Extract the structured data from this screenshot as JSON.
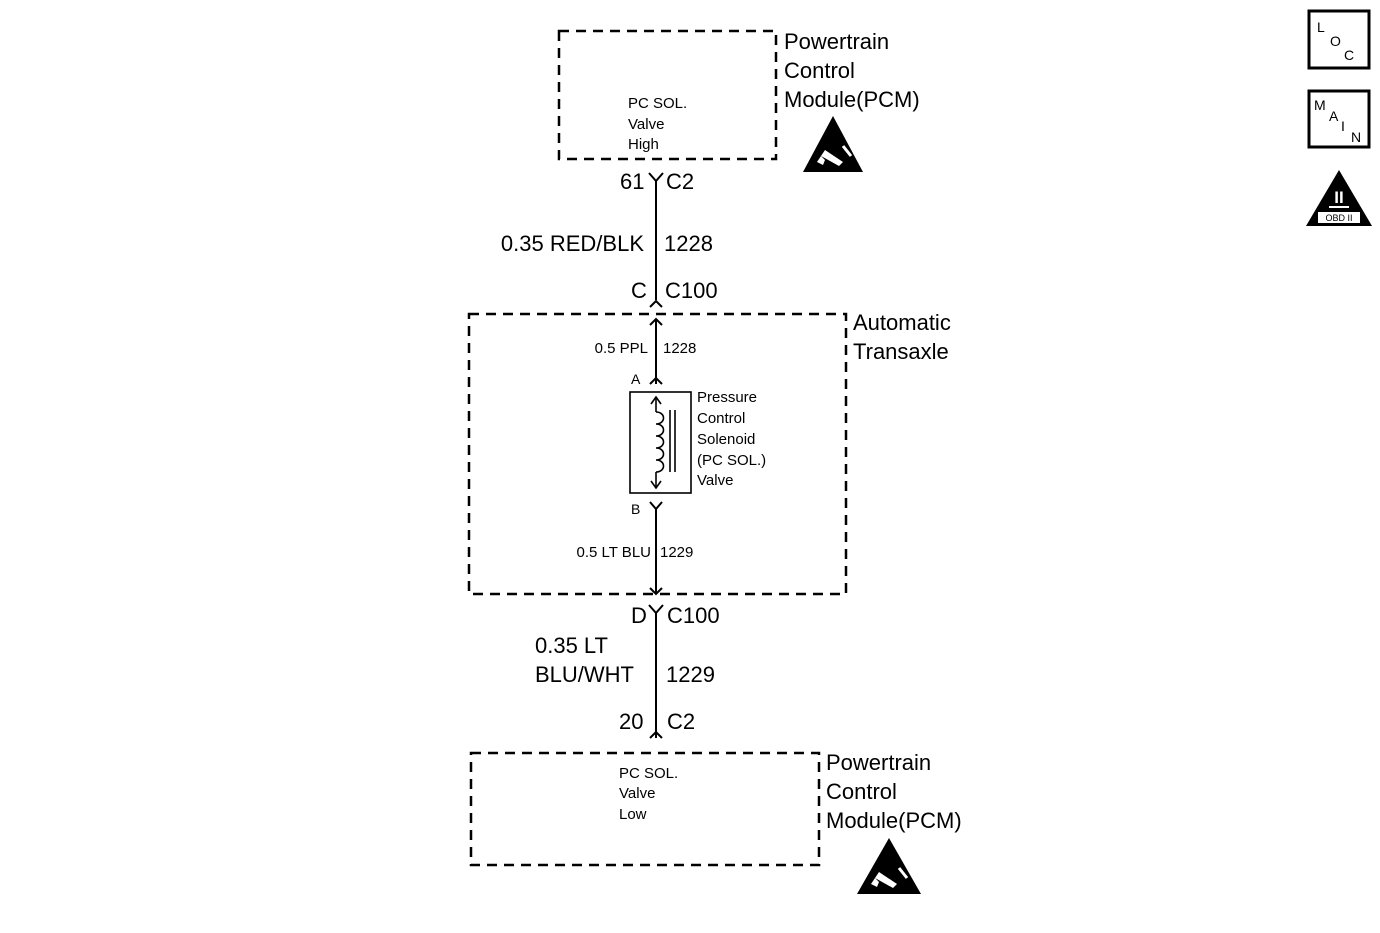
{
  "pcm_top": {
    "title_lines": [
      "Powertrain",
      "Control",
      "Module(PCM)"
    ],
    "inner_lines": [
      "PC SOL.",
      "Valve",
      "High"
    ],
    "esd_icon": "esd-sensitive-icon"
  },
  "connector_c2_top": {
    "pin": "61",
    "name": "C2"
  },
  "wire_upper": {
    "size_color": "0.35 RED/BLK",
    "circuit": "1228"
  },
  "connector_c100_top": {
    "pin": "C",
    "name": "C100"
  },
  "transaxle": {
    "title_lines": [
      "Automatic",
      "Transaxle"
    ],
    "wire_in": {
      "size_color": "0.5 PPL",
      "circuit": "1228"
    },
    "pin_a": "A",
    "solenoid_lines": [
      "Pressure",
      "Control",
      "Solenoid",
      "(PC SOL.)",
      "Valve"
    ],
    "pin_b": "B",
    "wire_out": {
      "size_color": "0.5 LT BLU",
      "circuit": "1229"
    }
  },
  "connector_c100_bottom": {
    "pin": "D",
    "name": "C100"
  },
  "wire_lower": {
    "size_color_lines": [
      "0.35 LT",
      "BLU/WHT"
    ],
    "circuit": "1229"
  },
  "connector_c2_bottom": {
    "pin": "20",
    "name": "C2"
  },
  "pcm_bottom": {
    "title_lines": [
      "Powertrain",
      "Control",
      "Module(PCM)"
    ],
    "inner_lines": [
      "PC SOL.",
      "Valve",
      "Low"
    ],
    "esd_icon": "esd-sensitive-icon"
  },
  "side_buttons": {
    "loc": {
      "letters": [
        "L",
        "O",
        "C"
      ],
      "icon": "location-button-icon"
    },
    "main": {
      "letters": [
        "M",
        "A",
        "I",
        "N"
      ],
      "icon": "main-button-icon"
    },
    "obd": {
      "numeral": "II",
      "label": "OBD II",
      "icon": "obd-ii-icon"
    }
  }
}
